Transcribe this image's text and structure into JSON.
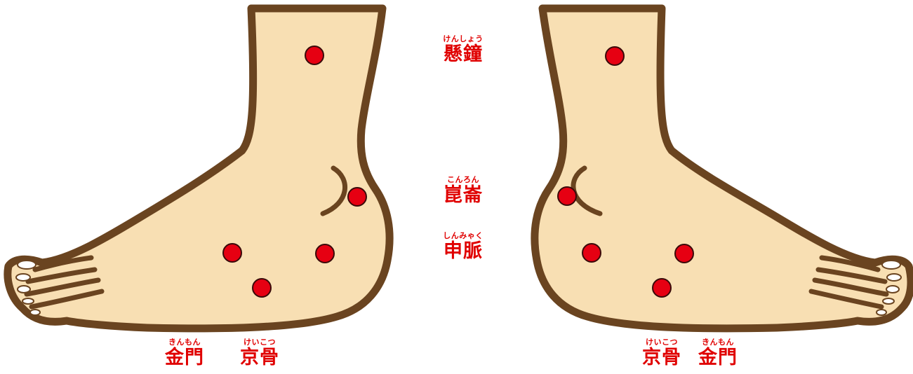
{
  "colors": {
    "skin": "#f8dfb3",
    "outline": "#6a4420",
    "point_fill": "#e60012",
    "point_stroke": "#3a0a0a",
    "label": "#e00000",
    "nail": "#ffffff"
  },
  "points": {
    "kensho": {
      "ruby": "けんしょう",
      "name": "懸鐘"
    },
    "konron": {
      "ruby": "こんろん",
      "name": "崑崙"
    },
    "shinmyaku": {
      "ruby": "しんみゃく",
      "name": "申脈"
    },
    "kinmon": {
      "ruby": "きんもん",
      "name": "金門"
    },
    "keikotsu": {
      "ruby": "けいこつ",
      "name": "京骨"
    }
  }
}
